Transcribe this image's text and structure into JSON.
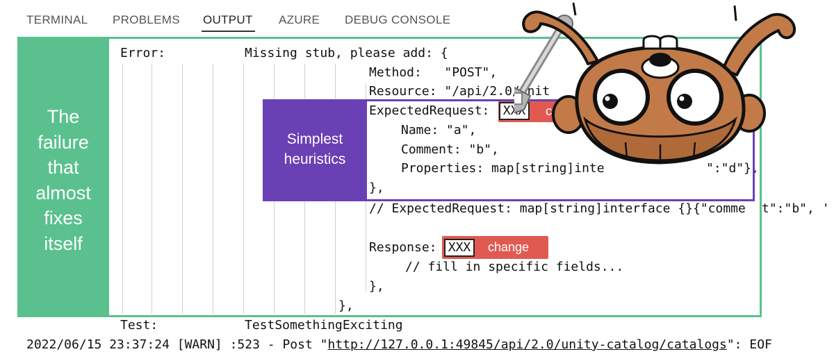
{
  "panel_tabs": [
    "TERMINAL",
    "PROBLEMS",
    "OUTPUT",
    "AZURE",
    "DEBUG CONSOLE"
  ],
  "active_tab": "OUTPUT",
  "output": {
    "error_label": "Error:",
    "error_message": "Missing stub, please add: {",
    "method_line": "Method:   \"POST\",",
    "resource_line": "Resource: \"/api/2.0/unit",
    "expected_key": "ExpectedRequest:",
    "name_line": "Name: \"a\",",
    "comment_line": "Comment: \"b\",",
    "properties_line": "Properties: map[string]inte",
    "properties_tail": "\":\"d\"},",
    "close_brace_comma": "},",
    "expected_comment": "// ExpectedRequest: map[string]interface {}{\"comme",
    "expected_comment_tail": "t\":\"b\", '",
    "response_key": "Response:",
    "fill_comment": "// fill in specific fields...",
    "response_close": "},",
    "outer_close": "},",
    "test_label": "Test:",
    "test_name": "TestSomethingExciting",
    "log_prefix": "2022/06/15 23:37:24 [WARN] :523 - Post \"",
    "log_url": "http://127.0.0.1:49845/api/2.0/unity-catalog/catalogs",
    "log_suffix": "\": EOF"
  },
  "stub_placeholder": "XXX",
  "change_button_label": "change",
  "change_button_partial": "c",
  "annotations": {
    "failure_callout": [
      "The",
      "failure",
      "that",
      "almost",
      "fixes",
      "itself"
    ],
    "heuristics_callout": [
      "Simplest",
      "heuristics"
    ]
  },
  "colors": {
    "green_accent": "#5ac18e",
    "purple_accent": "#6a40b5",
    "change_button": "#e05a52",
    "mascot_body": "#c27b48"
  },
  "mascot": "gopher-with-wrench"
}
